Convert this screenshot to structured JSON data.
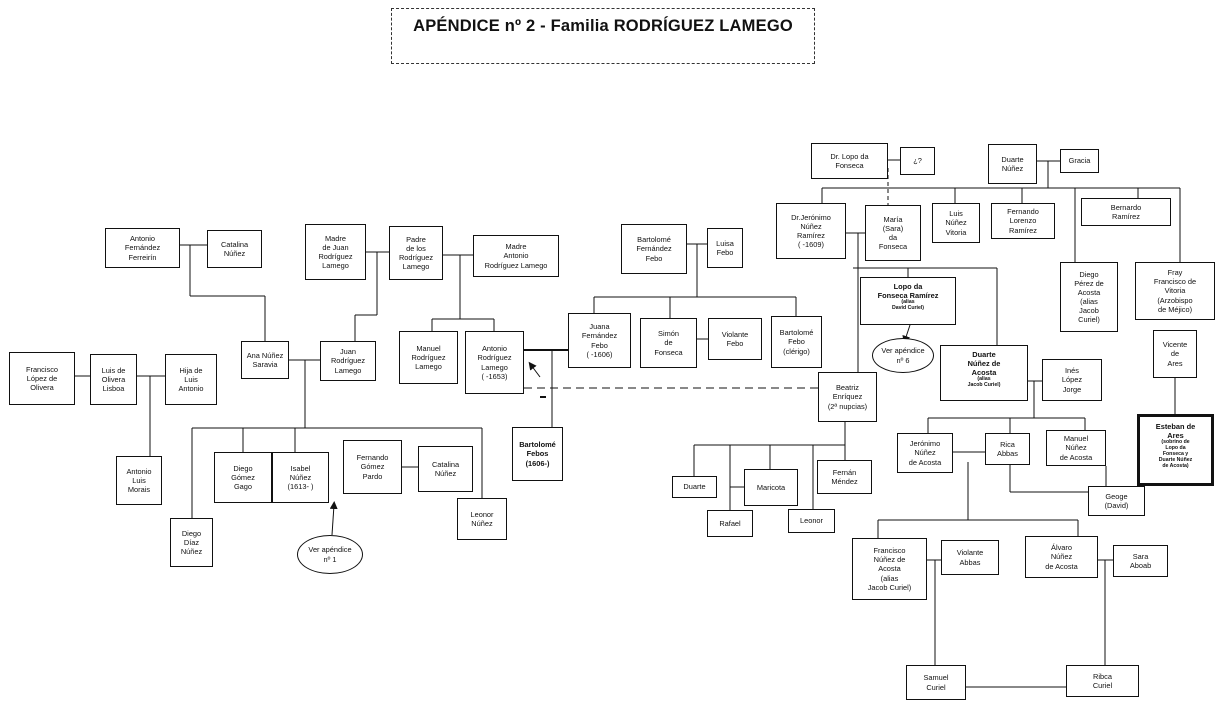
{
  "title": "APÉNDICE nº 2 - Familia RODRÍGUEZ LAMEGO",
  "persons": [
    {
      "id": "n1",
      "label": "Antonio\nFernández\nFerreirín"
    },
    {
      "id": "n2",
      "label": "Catalina\nNúñez"
    },
    {
      "id": "n3",
      "label": "Madre\nde Juan\nRodríguez\nLamego"
    },
    {
      "id": "n4",
      "label": "Padre\nde los\nRodríguez\nLamego"
    },
    {
      "id": "n5",
      "label": "Madre\nAntonio\nRodríguez Lamego"
    },
    {
      "id": "n6",
      "label": "Ana Núñez\nSaravia"
    },
    {
      "id": "n7",
      "label": "Juan\nRodríguez\nLamego"
    },
    {
      "id": "n8",
      "label": "Manuel\nRodríguez\nLamego"
    },
    {
      "id": "n9",
      "label": "Antonio\nRodríguez\nLamego\n(   -1653)"
    },
    {
      "id": "n10",
      "label": "Francisco\nLópez de\nOlivera"
    },
    {
      "id": "n11",
      "label": "Luis de\nOlivera\nLisboa"
    },
    {
      "id": "n12",
      "label": "Hija de\nLuis\nAntonio"
    },
    {
      "id": "n13",
      "label": "Antonio\nLuis\nMorais"
    },
    {
      "id": "n14",
      "label": "Diego\nGómez\nGago"
    },
    {
      "id": "n15",
      "label": "Isabel\nNúñez\n(1613-   )"
    },
    {
      "id": "n16",
      "label": "Fernando\nGómez\nPardo"
    },
    {
      "id": "n17",
      "label": "Catalina\nNúñez"
    },
    {
      "id": "n18",
      "label": "Diego\nDíaz\nNúñez"
    },
    {
      "id": "n19",
      "label": "Leonor\nNúñez"
    },
    {
      "id": "n20",
      "label": "Bartolomé\nFernández\nFebo"
    },
    {
      "id": "n21",
      "label": "Luisa\nFebo"
    },
    {
      "id": "n22",
      "label": "Juana\nFernández\nFebo\n(   -1606)"
    },
    {
      "id": "n23",
      "label": "Simón\nde\nFonseca"
    },
    {
      "id": "n24",
      "label": "Violante\nFebo"
    },
    {
      "id": "n25",
      "label": "Bartolomé\nFebo\n(clérigo)"
    },
    {
      "id": "n26",
      "label": "Bartolomé\nFebos\n(1606-)"
    },
    {
      "id": "n27",
      "label": "Duarte"
    },
    {
      "id": "n28",
      "label": "Maricota"
    },
    {
      "id": "n29",
      "label": "Rafael"
    },
    {
      "id": "n30",
      "label": "Leonor"
    },
    {
      "id": "n31",
      "label": "Fernán\nMéndez"
    },
    {
      "id": "n32",
      "label": "Beatriz\nEnríquez\n(2ª nupcias)"
    },
    {
      "id": "n33",
      "label": "Dr. Lopo da\nFonseca"
    },
    {
      "id": "n34",
      "label": "¿?"
    },
    {
      "id": "n35",
      "label": "Duarte\nNúñez"
    },
    {
      "id": "n36",
      "label": "Gracia"
    },
    {
      "id": "n37",
      "label": "Dr.Jerónimo\nNúñez\nRamírez\n( -1609)"
    },
    {
      "id": "n38",
      "label": "María\n(Sara)\nda\nFonseca"
    },
    {
      "id": "n39",
      "label": "Luis\nNúñez\nVitoria"
    },
    {
      "id": "n40",
      "label": "Fernando\nLorenzo\nRamírez"
    },
    {
      "id": "n41",
      "label": "Bernardo\nRamírez"
    },
    {
      "id": "n42",
      "label": "Lopo da\nFonseca Ramírez",
      "note": "(alias\nDavid Curiel)"
    },
    {
      "id": "n43",
      "label": "Diego\nPérez de\nAcosta\n(alias\nJacob\nCuriel)"
    },
    {
      "id": "n44",
      "label": "Fray\nFrancisco de\nVitoria\n(Arzobispo\nde Méjico)"
    },
    {
      "id": "n45",
      "label": "Duarte\nNúñez de\nAcosta",
      "note": "(alias\nJacob Curiel)"
    },
    {
      "id": "n46",
      "label": "Inés\nLópez\nJorge"
    },
    {
      "id": "n47",
      "label": "Vicente\nde\nAres"
    },
    {
      "id": "n48",
      "label": "Esteban de\nAres",
      "note": "(sobrino de\nLopo da\nFonseca y\nDuarte Núñez\nde Acosta)"
    },
    {
      "id": "n49",
      "label": "Jerónimo\nNúñez\nde Acosta"
    },
    {
      "id": "n50",
      "label": "Rica\nAbbas"
    },
    {
      "id": "n51",
      "label": "Manuel\nNúñez\nde Acosta"
    },
    {
      "id": "n52",
      "label": "Geoge\n(David)"
    },
    {
      "id": "n53",
      "label": "Francisco\nNúñez de\nAcosta\n(alias\nJacob Curiel)"
    },
    {
      "id": "n54",
      "label": "Violante\nAbbas"
    },
    {
      "id": "n55",
      "label": "Álvaro\nNúñez\nde Acosta"
    },
    {
      "id": "n56",
      "label": "Sara\nAboab"
    },
    {
      "id": "n57",
      "label": "Samuel\nCuriel"
    },
    {
      "id": "n58",
      "label": "Ribca\nCuriel"
    }
  ],
  "references": [
    {
      "id": "r1",
      "label": "Ver apéndice\nnº 1"
    },
    {
      "id": "r2",
      "label": "Ver apéndice\nnº 6"
    }
  ]
}
